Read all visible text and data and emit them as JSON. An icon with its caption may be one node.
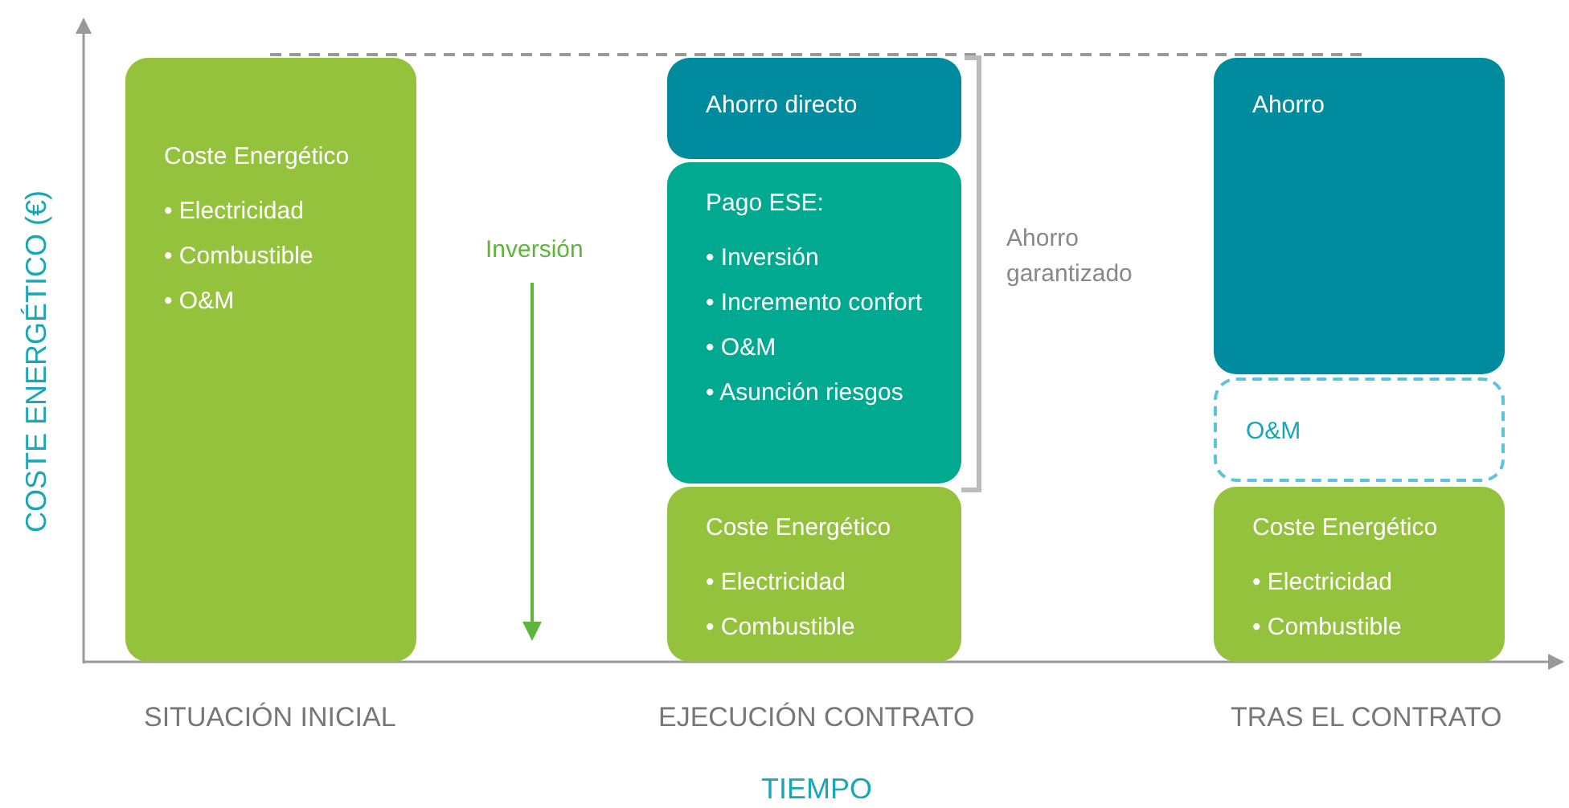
{
  "diagram": {
    "nodes": [
      {
        "text": [
          "Coste Energético",
          "• Electricidad",
          "• Combustible",
          "• O&M"
        ]
      },
      {
        "text": [
          "Ahorro directo"
        ]
      },
      {
        "text": [
          "Pago ESE:",
          "• Inversión",
          "• Incremento confort",
          "• O&M",
          "• Asunción riesgos"
        ]
      },
      {
        "text": [
          "Coste Energético",
          "• Electricidad",
          "• Combustible"
        ]
      },
      {
        "text": [
          "Ahorro"
        ]
      },
      {
        "text": [
          "O&M"
        ]
      },
      {
        "text": [
          "Coste Energético",
          "• Electricidad",
          "• Combustible"
        ]
      }
    ],
    "labels": [
      "COSTE ENERGÉTICO (€)",
      "Inversión",
      "Ahorro garantizado",
      "SITUACIÓN INICIAL",
      "EJECUCIÓN CONTRATO",
      "TRAS EL CONTRATO",
      "TIEMPO"
    ]
  }
}
